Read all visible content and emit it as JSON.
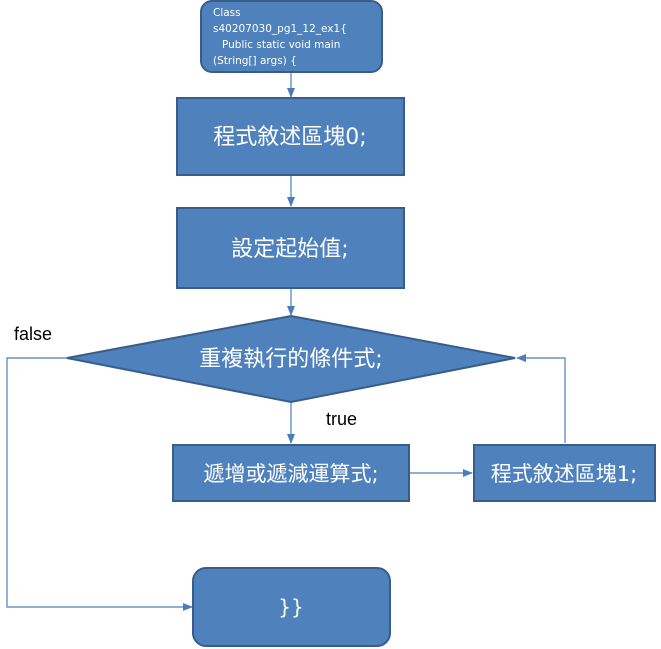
{
  "colors": {
    "node_fill": "#4f81bd",
    "node_stroke": "#385d8a",
    "connector": "#4a7ebb",
    "label_text": "#000000",
    "node_text": "#ffffff"
  },
  "flowchart": {
    "start": {
      "line1": "Class",
      "line2": "s40207030_pg1_12_ex1{",
      "line3": "Public static void main",
      "line4": "(String[] args) {"
    },
    "block0": "程式敘述區塊0;",
    "init": "設定起始值;",
    "condition": "重複執行的條件式;",
    "update": "遞增或遞減運算式;",
    "block1": "程式敘述區塊1;",
    "end": "}}",
    "edge_false": "false",
    "edge_true": "true"
  }
}
